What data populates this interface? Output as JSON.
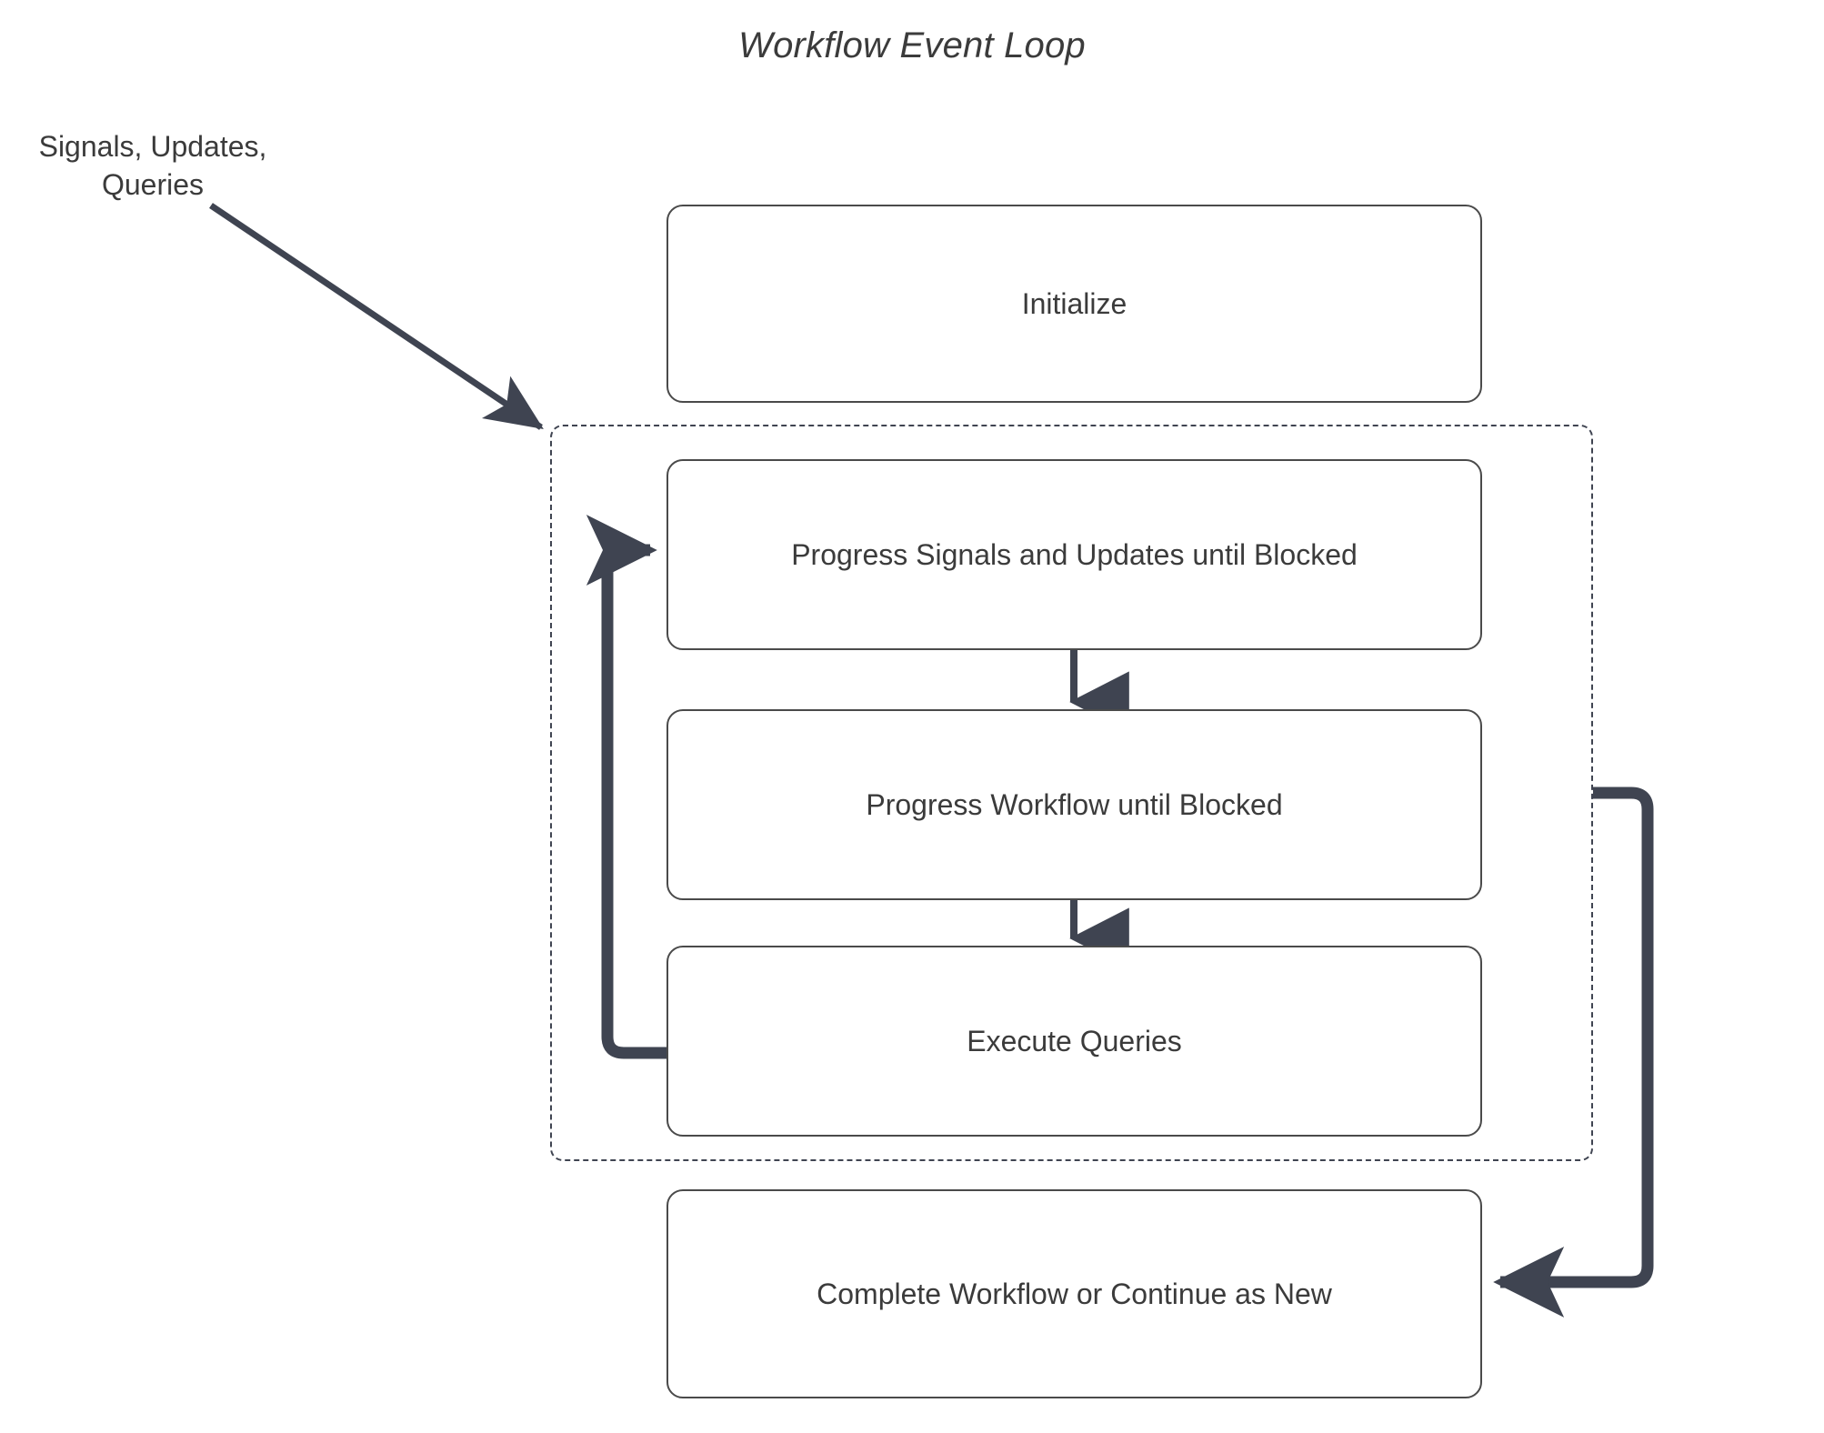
{
  "diagram": {
    "title": "Workflow Event Loop",
    "external_label": {
      "line1": "Signals, Updates,",
      "line2": "Queries"
    },
    "colors": {
      "node_border": "#4a4a4a",
      "node_fill": "#ffffff",
      "text": "#3b3b3b",
      "edge": "#3f4451",
      "group_border": "#3f4451",
      "background": "#ffffff"
    },
    "nodes": [
      {
        "id": "initialize",
        "label": "Initialize"
      },
      {
        "id": "progress-signals",
        "label": "Progress Signals and Updates until Blocked"
      },
      {
        "id": "progress-workflow",
        "label": "Progress Workflow until Blocked"
      },
      {
        "id": "execute-queries",
        "label": "Execute Queries"
      },
      {
        "id": "complete-workflow",
        "label": "Complete Workflow or Continue as New"
      }
    ],
    "group": {
      "id": "event-loop-group",
      "style": "dashed",
      "label": ""
    },
    "edges": [
      {
        "id": "signals-to-loop",
        "from": "external-signals-label",
        "to": "event-loop-group",
        "style": "solid-arrow"
      },
      {
        "id": "signals-to-workflow",
        "from": "progress-signals",
        "to": "progress-workflow",
        "style": "solid-arrow"
      },
      {
        "id": "workflow-to-queries",
        "from": "progress-workflow",
        "to": "execute-queries",
        "style": "solid-arrow"
      },
      {
        "id": "queries-loop-back",
        "from": "execute-queries",
        "to": "progress-signals",
        "style": "thick-arrow"
      },
      {
        "id": "loop-to-complete",
        "from": "event-loop-group",
        "to": "complete-workflow",
        "style": "thick-arrow"
      }
    ]
  }
}
